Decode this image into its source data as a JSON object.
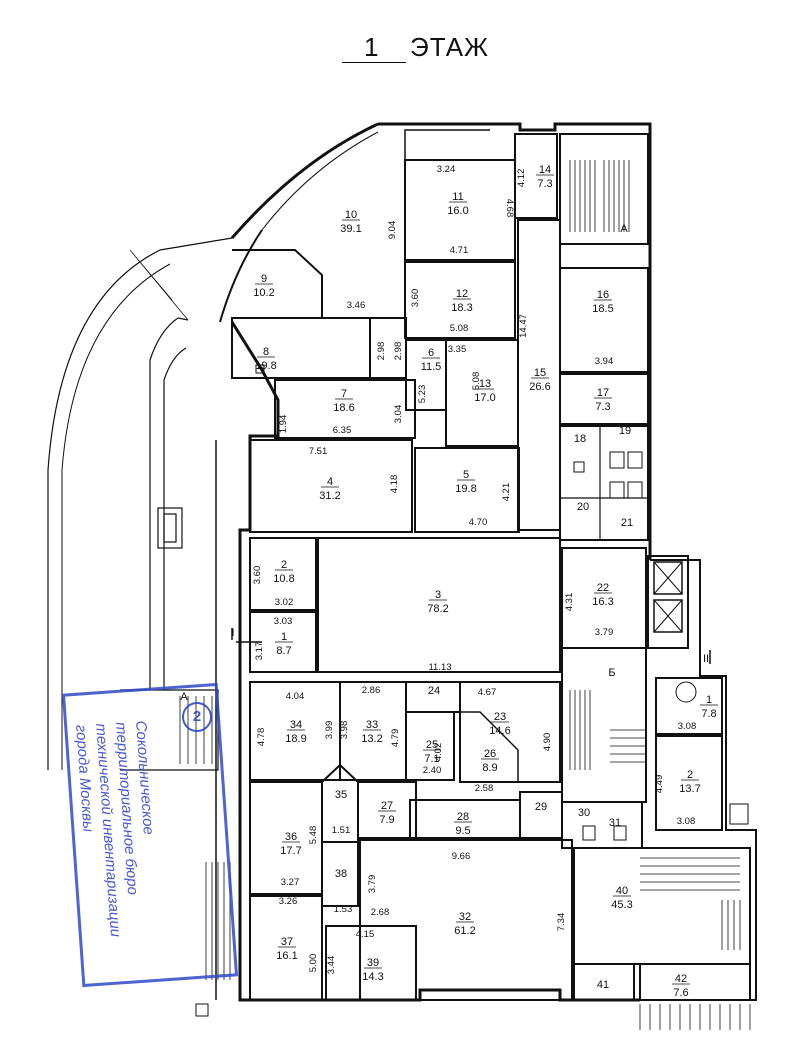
{
  "title": {
    "number": "1",
    "label": "ЭТАЖ"
  },
  "stamp": {
    "lines": [
      "Сокольническое",
      "территориальное бюро",
      "технической инвентаризации",
      "города Москвы"
    ],
    "badge": "2"
  },
  "stair_labels": {
    "a": "А",
    "b": "Б",
    "c": "I",
    "d": "II",
    "e": "А"
  },
  "rooms": [
    {
      "id": "r1",
      "number": "1",
      "area": "8.7"
    },
    {
      "id": "r2",
      "number": "2",
      "area": "10.8"
    },
    {
      "id": "r3",
      "number": "3",
      "area": "78.2"
    },
    {
      "id": "r4",
      "number": "4",
      "area": "31.2"
    },
    {
      "id": "r5",
      "number": "5",
      "area": "19.8"
    },
    {
      "id": "r6",
      "number": "6",
      "area": "11.5"
    },
    {
      "id": "r7",
      "number": "7",
      "area": "18.6"
    },
    {
      "id": "r8",
      "number": "8",
      "area": "19.8"
    },
    {
      "id": "r9",
      "number": "9",
      "area": "10.2"
    },
    {
      "id": "r10",
      "number": "10",
      "area": "39.1"
    },
    {
      "id": "r11",
      "number": "11",
      "area": "16.0"
    },
    {
      "id": "r12",
      "number": "12",
      "area": "18.3"
    },
    {
      "id": "r13",
      "number": "13",
      "area": "17.0"
    },
    {
      "id": "r14",
      "number": "14",
      "area": "7.3"
    },
    {
      "id": "r15",
      "number": "15",
      "area": "26.6"
    },
    {
      "id": "r16",
      "number": "16",
      "area": "18.5"
    },
    {
      "id": "r17",
      "number": "17",
      "area": "7.3"
    },
    {
      "id": "r18",
      "number": "18",
      "area": ""
    },
    {
      "id": "r19",
      "number": "19",
      "area": ""
    },
    {
      "id": "r20",
      "number": "20",
      "area": ""
    },
    {
      "id": "r21",
      "number": "21",
      "area": ""
    },
    {
      "id": "r22",
      "number": "22",
      "area": "16.3"
    },
    {
      "id": "r23",
      "number": "23",
      "area": "14.6"
    },
    {
      "id": "r24",
      "number": "24",
      "area": ""
    },
    {
      "id": "r25",
      "number": "25",
      "area": "7.1"
    },
    {
      "id": "r26",
      "number": "26",
      "area": "8.9"
    },
    {
      "id": "r27",
      "number": "27",
      "area": "7.9"
    },
    {
      "id": "r28",
      "number": "28",
      "area": "9.5"
    },
    {
      "id": "r29",
      "number": "29",
      "area": ""
    },
    {
      "id": "r30",
      "number": "30",
      "area": ""
    },
    {
      "id": "r31",
      "number": "31",
      "area": ""
    },
    {
      "id": "r32",
      "number": "32",
      "area": "61.2"
    },
    {
      "id": "r33",
      "number": "33",
      "area": "13.2"
    },
    {
      "id": "r34",
      "number": "34",
      "area": "18.9"
    },
    {
      "id": "r35",
      "number": "35",
      "area": ""
    },
    {
      "id": "r36",
      "number": "36",
      "area": "17.7"
    },
    {
      "id": "r37",
      "number": "37",
      "area": "16.1"
    },
    {
      "id": "r38",
      "number": "38",
      "area": ""
    },
    {
      "id": "r39",
      "number": "39",
      "area": "14.3"
    },
    {
      "id": "r40",
      "number": "40",
      "area": "45.3"
    },
    {
      "id": "r41",
      "number": "41",
      "area": ""
    },
    {
      "id": "r42",
      "number": "42",
      "area": "7.6"
    },
    {
      "id": "s1",
      "number": "1",
      "area": "7.8"
    },
    {
      "id": "s2",
      "number": "2",
      "area": "13.7"
    }
  ],
  "dimensions": [
    "3.24",
    "4.68",
    "4.71",
    "9.04",
    "3.46",
    "4.12",
    "3.60",
    "5.08",
    "14.47",
    "2.98",
    "2.98",
    "3.35",
    "5.23",
    "5.08",
    "3.94",
    "1.94",
    "6.35",
    "3.04",
    "7.51",
    "4.18",
    "4.21",
    "4.70",
    "3.60",
    "3.02",
    "3.03",
    "3.17",
    "4.31",
    "3.79",
    "11.13",
    "4.04",
    "2.86",
    "4.67",
    "4.78",
    "3.99",
    "3.98",
    "4.79",
    "4.02",
    "2.40",
    "4.90",
    "2.58",
    "5.48",
    "1.51",
    "3.27",
    "3.79",
    "3.26",
    "1.53",
    "2.68",
    "9.66",
    "7.34",
    "4.15",
    "5.00",
    "3.44",
    "3.08",
    "4.49",
    "3.08"
  ]
}
